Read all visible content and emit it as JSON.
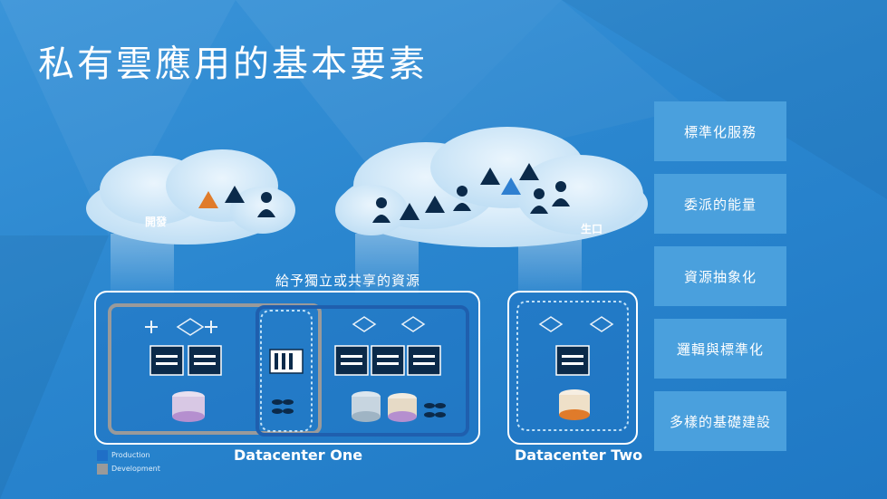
{
  "title": "私有雲應用的基本要素",
  "side_items": [
    "標準化服務",
    "委派的能量",
    "資源抽象化",
    "邏輯與標準化",
    "多樣的基礎建設"
  ],
  "clouds": {
    "left_label": "開發",
    "right_label": "生口"
  },
  "shared_resources_label": "給予獨立或共享的資源",
  "datacenters": {
    "one": "Datacenter One",
    "two": "Datacenter Two"
  },
  "legend": [
    {
      "label": "Production",
      "color": "#1f6fc7"
    },
    {
      "label": "Development",
      "color": "#9a9a9a"
    }
  ],
  "colors": {
    "accent": "#1f6fc7",
    "dev_gray": "#9a9a9a",
    "navy": "#0b2a4a",
    "orange": "#e07b2a"
  }
}
